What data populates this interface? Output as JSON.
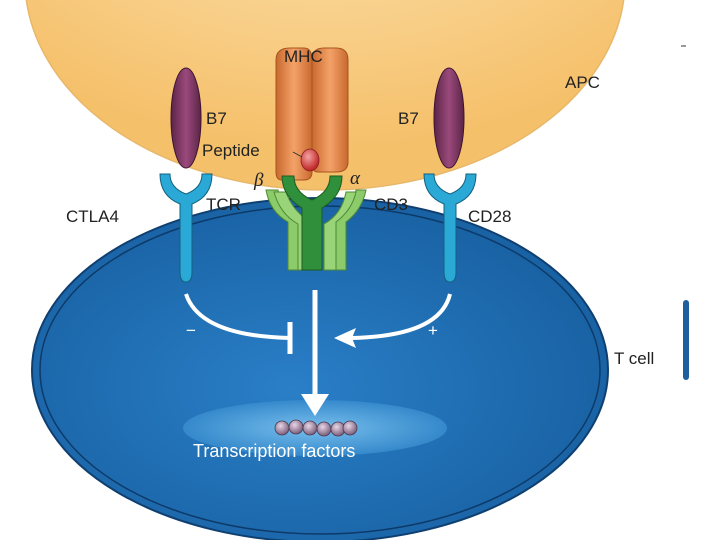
{
  "labels": {
    "mhc": "MHC",
    "apc": "APC",
    "b7_left": "B7",
    "b7_right": "B7",
    "peptide": "Peptide",
    "beta": "β",
    "alpha": "α",
    "tcr": "TCR",
    "cd3": "CD3",
    "ctla4": "CTLA4",
    "cd28": "CD28",
    "t_cell": "T cell",
    "transcription_factors": "Transcription factors"
  },
  "signs": {
    "inhibitory": "−",
    "stimulatory": "+"
  },
  "colors": {
    "apc_fill": "#f8cc86",
    "t_cell_fill": "#1f6db0",
    "b7_fill": "#7a3562",
    "mhc_fill": "#e58a4e",
    "peptide_fill": "#d84848",
    "tcr_fill": "#2f8f3a",
    "cd3_fill": "#8ccb6a",
    "receptor_fill": "#2aa8d6",
    "nucleus_fill": "#3c94d4",
    "tf_fill": "#a98fa8"
  }
}
